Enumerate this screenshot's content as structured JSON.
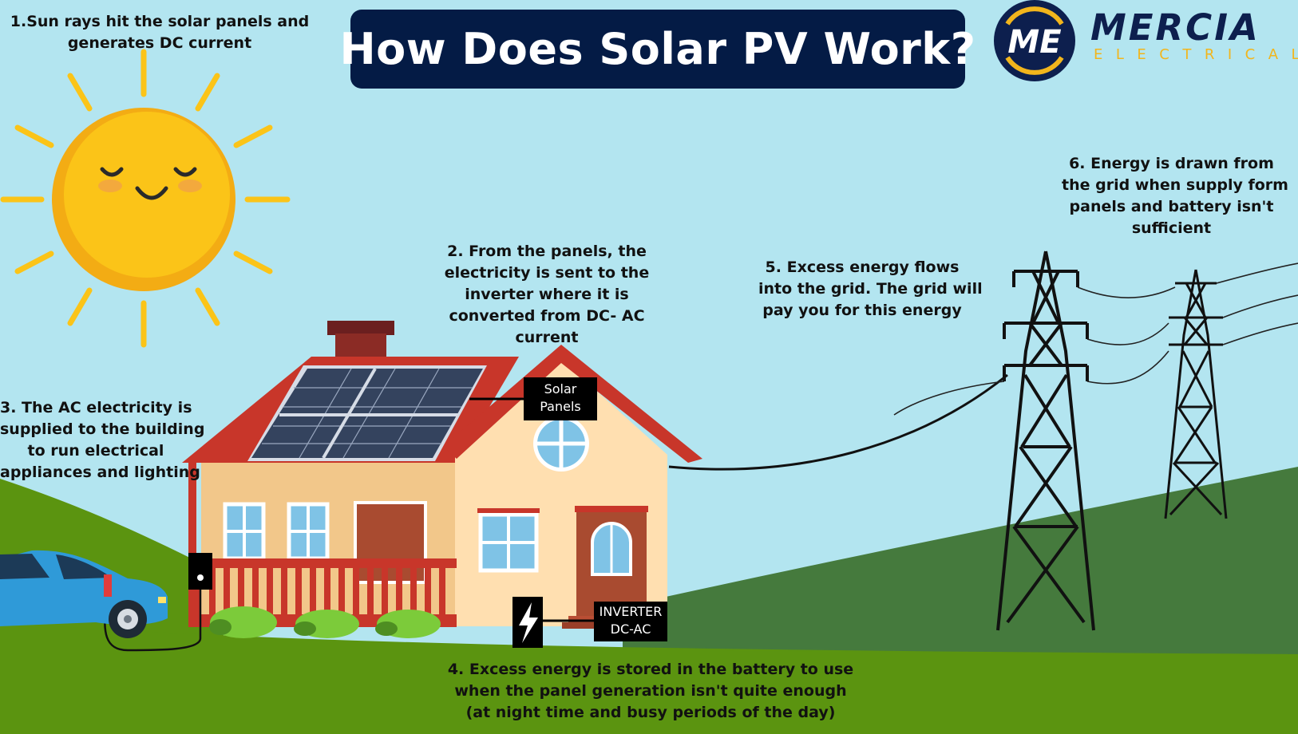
{
  "title": "How Does Solar PV Work?",
  "brand": {
    "monogram": "ME",
    "name": "MERCIA",
    "subtitle": "ELECTRICAL"
  },
  "steps": [
    {
      "id": "step-1",
      "lines": [
        "1.Sun rays hit the solar panels and",
        "generates DC current"
      ]
    },
    {
      "id": "step-2",
      "lines": [
        "2. From the panels, the",
        "electricity is sent to the",
        "inverter where it is",
        "converted from DC- AC",
        "current"
      ]
    },
    {
      "id": "step-3",
      "lines": [
        "3. The AC electricity is",
        "supplied to the building",
        "to run electrical",
        "appliances and lighting"
      ]
    },
    {
      "id": "step-4",
      "lines": [
        "4. Excess energy is stored in the battery to use",
        "when the panel generation isn't quite enough",
        "(at night time and busy periods of the day)"
      ]
    },
    {
      "id": "step-5",
      "lines": [
        "5. Excess energy flows",
        "into the grid. The grid will",
        "pay you for this energy"
      ]
    },
    {
      "id": "step-6",
      "lines": [
        "6. Energy is drawn from",
        "the grid when supply form",
        "panels and battery isn't",
        "sufficient"
      ]
    }
  ],
  "labels": {
    "solar_panels": [
      "Solar",
      "Panels"
    ],
    "inverter": [
      "INVERTER",
      "DC-AC"
    ]
  },
  "icons": {
    "sun": "smiling-sun-icon",
    "house": "house-illustration",
    "car": "electric-car-icon",
    "battery": "lightning-bolt-icon",
    "towers": "pylon-icon"
  },
  "colors": {
    "sky": "#b3e5f0",
    "title_bg": "#041b45",
    "brand_navy": "#0d1f4e",
    "brand_gold": "#f2b51c",
    "grass_light": "#5b9410",
    "grass_dark": "#457a3d",
    "sun": "#fbc418",
    "roof": "#c8362a",
    "house_wall": "#ffdfb0",
    "car": "#2f9ad8"
  }
}
